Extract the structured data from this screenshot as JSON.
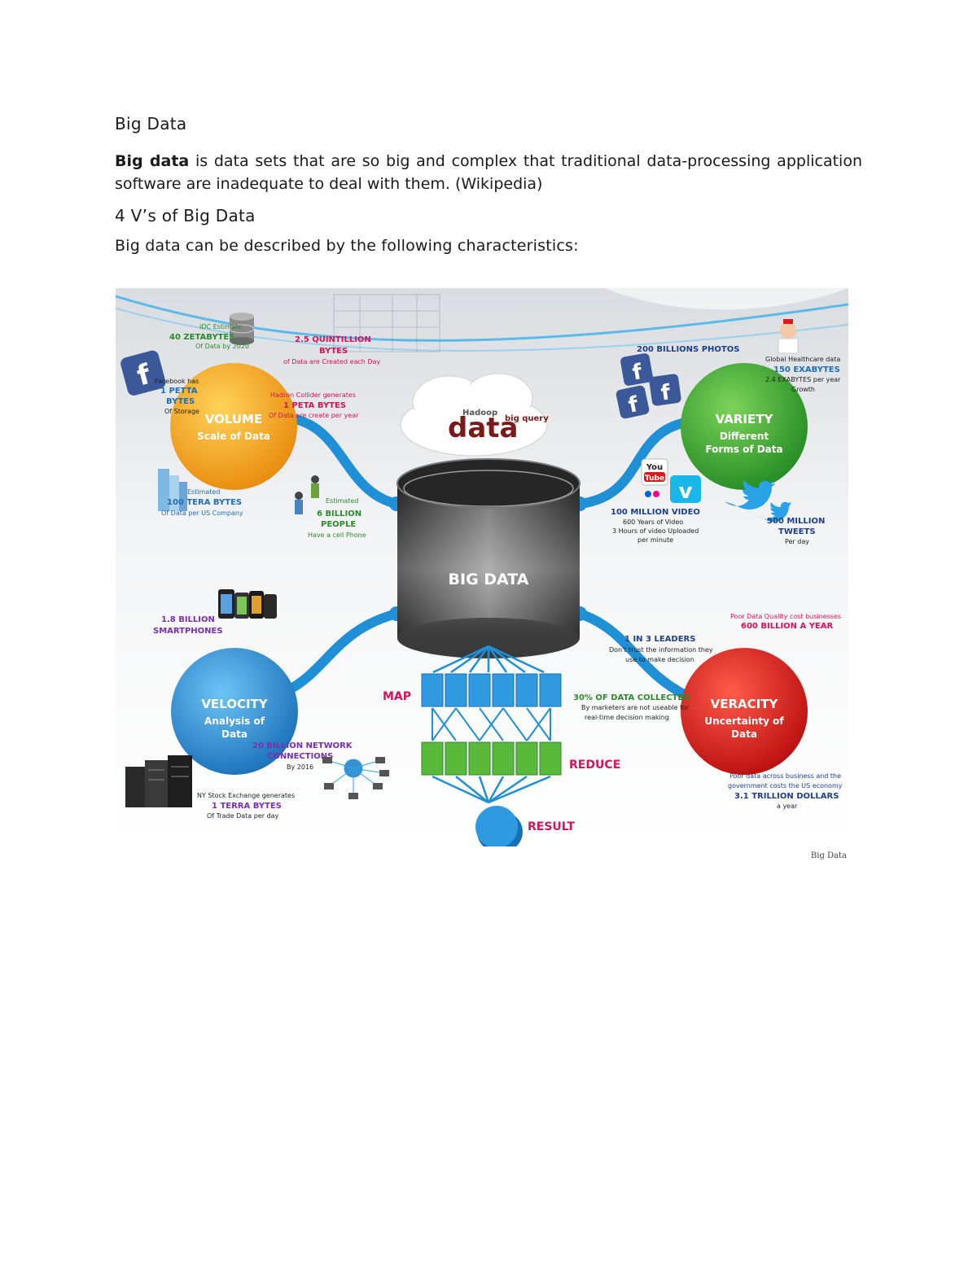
{
  "document": {
    "title": "Big Data",
    "definition_term": "Big data",
    "definition_rest": " is data sets that are so big and complex that traditional data-processing application software are inadequate to deal with them. (Wikipedia)",
    "subtitle": "4 V’s of Big Data",
    "intro": "Big data can be described by the following characteristics:",
    "figure_caption": "Big Data"
  },
  "figure": {
    "center": {
      "label": "BIG DATA",
      "cloud_word": "data",
      "cloud_small_1": "Hadoop",
      "cloud_small_2": "big query"
    },
    "volume": {
      "title": "VOLUME",
      "subtitle": "Scale of Data",
      "idc_1": "IDC Estimate",
      "idc_2": "40 ZETABYTES",
      "idc_3": "Of Data by 2020",
      "fb_1": "Facebook has",
      "fb_2": "1 PETTA",
      "fb_3": "BYTES",
      "fb_4": "Of Storage",
      "quint_1": "2.5 QUINTILLION",
      "quint_2": "BYTES",
      "quint_3": "of Data are Created each Day",
      "hadron_1": "Hadron Collider generates",
      "hadron_2": "1 PETA BYTES",
      "hadron_3": "Of Data are create per year",
      "est_1": "Estimated",
      "est_2": "100 TERA BYTES",
      "est_3": "Of Data per US Company",
      "people_1": "Estimated",
      "people_2": "6 BILLION",
      "people_3": "PEOPLE",
      "people_4": "Have a cell Phone"
    },
    "variety": {
      "title": "VARIETY",
      "subtitle_1": "Different",
      "subtitle_2": "Forms of Data",
      "photos": "200 BILLIONS PHOTOS",
      "health_1": "Global Healthcare data",
      "health_2": "150 EXABYTES",
      "health_3": "2.4 EXABYTES per year",
      "health_4": "Growth",
      "video_1": "100 MILLION VIDEO",
      "video_2": "600 Years of Video",
      "video_3": "3 Hours of video Uploaded",
      "video_4": "per minute",
      "tweets_1": "500 MILLION",
      "tweets_2": "TWEETS",
      "tweets_3": "Per day",
      "youtube_1": "You",
      "youtube_2": "Tube"
    },
    "velocity": {
      "title": "VELOCITY",
      "subtitle_1": "Analysis of",
      "subtitle_2": "Data",
      "phones_1": "1.8 BILLION",
      "phones_2": "SMARTPHONES",
      "net_1": "20 BILLION NETWORK",
      "net_2": "CONNECTIONS",
      "net_3": "By 2016",
      "ny_1": "NY Stock Exchange generates",
      "ny_2": "1 TERRA BYTES",
      "ny_3": "Of Trade Data per day"
    },
    "veracity": {
      "title": "VERACITY",
      "subtitle_1": "Uncertainty of",
      "subtitle_2": "Data",
      "poor_1": "Poor Data Quality cost businesses",
      "poor_2": "600 BILLION A YEAR",
      "leaders_1": "1 IN 3 LEADERS",
      "leaders_2": "Don't trust the information they",
      "leaders_3": "use to make decision",
      "coll_1": "30% OF DATA COLLECTED",
      "coll_2": "By marketers are not useable for",
      "coll_3": "real-time decision making",
      "trillion_1": "Poor data across business and the",
      "trillion_2": "government costs the US economy",
      "trillion_3": "3.1 TRILLION DOLLARS",
      "trillion_4": "a year"
    },
    "process": {
      "map": "MAP",
      "reduce": "REDUCE",
      "result": "RESULT"
    },
    "colors": {
      "volume": "#f5a623",
      "variety": "#3aa83a",
      "velocity": "#2f8fd6",
      "veracity": "#d81b1b",
      "connector": "#1f8fd6",
      "magenta": "#d4145a",
      "blue_text": "#1e6fb8",
      "green_text": "#2f8a2f",
      "purple_text": "#7a2fb0"
    }
  }
}
